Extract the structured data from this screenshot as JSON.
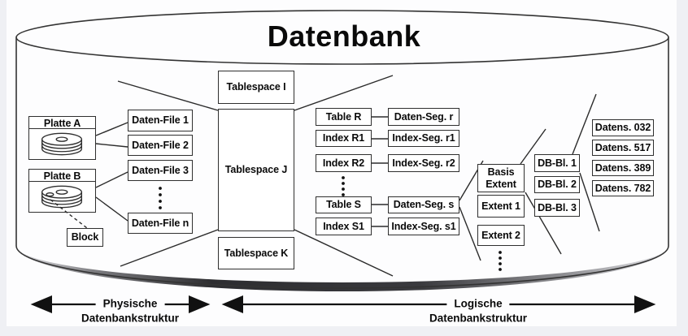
{
  "title": "Datenbank",
  "physical": {
    "disk_a": "Platte A",
    "disk_b": "Platte B",
    "block": "Block",
    "files": [
      "Daten-File 1",
      "Daten-File 2",
      "Daten-File 3",
      "Daten-File n"
    ]
  },
  "tablespaces": [
    "Tablespace I",
    "Tablespace J",
    "Tablespace K"
  ],
  "logical": {
    "tables": [
      "Table R",
      "Index R1",
      "Index R2",
      "Table S",
      "Index S1"
    ],
    "segments": [
      "Daten-Seg. r",
      "Index-Seg. r1",
      "Index-Seg. r2",
      "Daten-Seg. s",
      "Index-Seg. s1"
    ],
    "extents": [
      "Basis Extent",
      "Extent 1",
      "Extent 2"
    ],
    "db_blocks": [
      "DB-Bl. 1",
      "DB-Bl. 2",
      "DB-Bl. 3"
    ],
    "records": [
      "Datens. 032",
      "Datens. 517",
      "Datens. 389",
      "Datens. 782"
    ]
  },
  "legend": {
    "physical_line1": "Physische",
    "physical_line2": "Datenbankstruktur",
    "logical_line1": "Logische",
    "logical_line2": "Datenbankstruktur"
  },
  "colors": {
    "line": "#2b2b2b",
    "text": "#0a0a0a",
    "box_background": "#ffffff",
    "page_margin": "#eff0f4"
  }
}
